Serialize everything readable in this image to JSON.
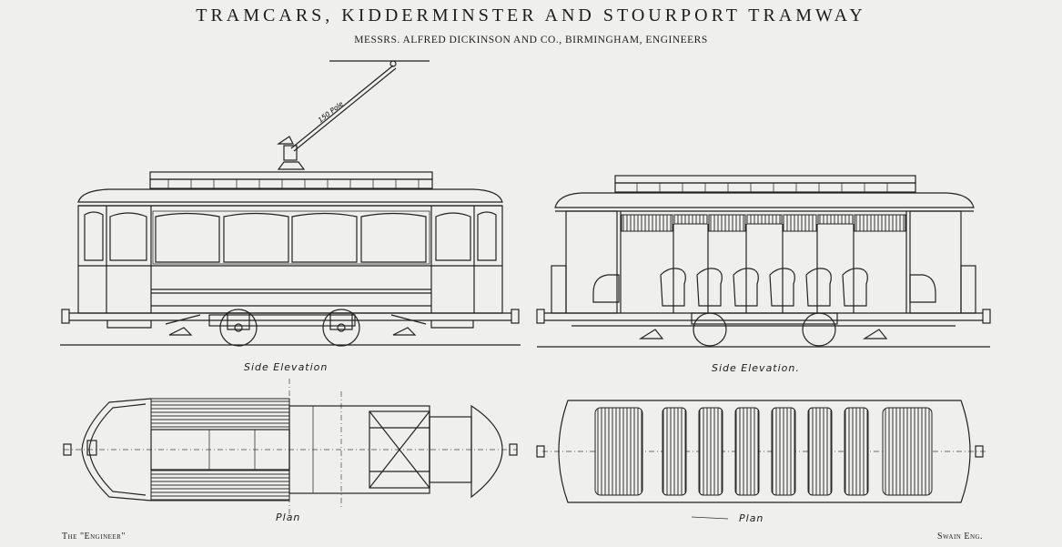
{
  "title": "TRAMCARS, KIDDERMINSTER AND STOURPORT TRAMWAY",
  "subtitle": "MESSRS. ALFRED DICKINSON AND CO., BIRMINGHAM, ENGINEERS",
  "pole_label": "150 Pole",
  "views": {
    "closed_car_side": "Side Elevation",
    "closed_car_plan": "Plan",
    "open_car_side": "Side Elevation.",
    "open_car_plan": "Plan"
  },
  "credits": {
    "left": "The \"Engineer\"",
    "right": "Swain Eng."
  },
  "colors": {
    "paper": "#efefed",
    "ink": "#222222"
  }
}
